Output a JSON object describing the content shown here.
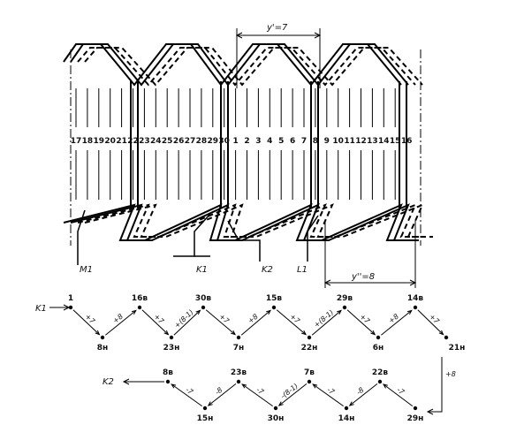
{
  "winding": {
    "pitch_top": "y'=7",
    "pitch_bottom": "y''=8",
    "slots": [
      "17",
      "18",
      "19",
      "20",
      "21",
      "22",
      "23",
      "24",
      "25",
      "26",
      "27",
      "28",
      "29",
      "30",
      "1",
      "2",
      "3",
      "4",
      "5",
      "6",
      "7",
      "8",
      "9",
      "10",
      "11",
      "12",
      "13",
      "14",
      "15",
      "16"
    ],
    "terminals": {
      "m1": "M1",
      "k1": "K1",
      "k2": "K2",
      "l1": "L1"
    }
  },
  "sequence": {
    "start_label": "K1",
    "end_label": "K2",
    "nodes_top": [
      "1",
      "16в",
      "30в",
      "15в",
      "29в",
      "14в"
    ],
    "nodes_mid": [
      "8н",
      "23н",
      "7н",
      "22н",
      "6н",
      "21н"
    ],
    "nodes_lower": [
      "8в",
      "23в",
      "7в",
      "22в"
    ],
    "nodes_bottom": [
      "15н",
      "30н",
      "14н",
      "29н"
    ],
    "edges_row1": [
      "+7",
      "+8",
      "+7",
      "+(8-1)",
      "+7",
      "+8",
      "+7",
      "+(8-1)",
      "+7",
      "+8",
      "+7"
    ],
    "edge_right": "+8",
    "edges_row2": [
      "-7",
      "-8",
      "-7",
      "-(8-1)",
      "-7",
      "-8",
      "-7"
    ]
  }
}
